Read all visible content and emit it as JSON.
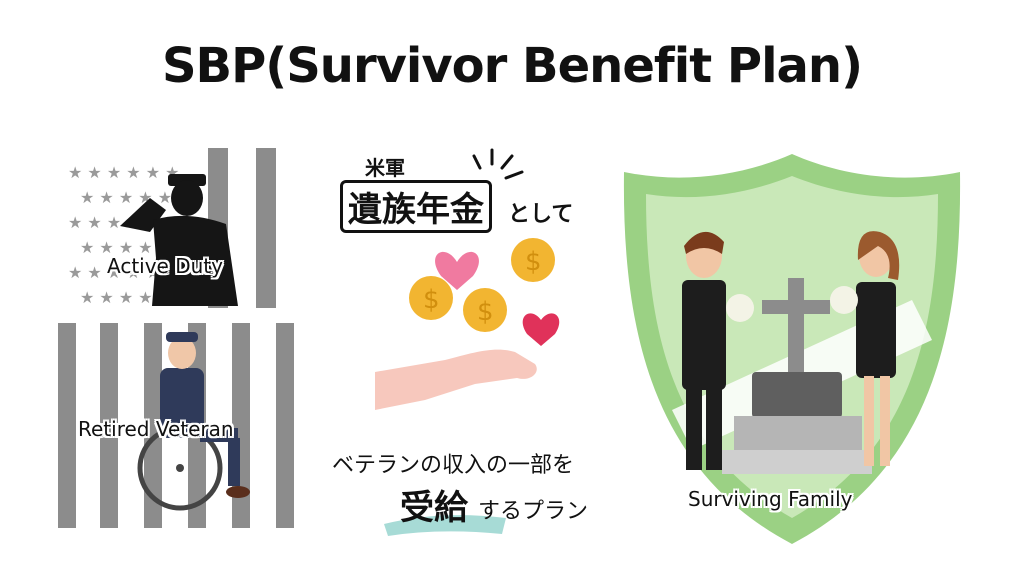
{
  "title": "SBP(Survivor Benefit Plan)",
  "left": {
    "active_label": "Active Duty",
    "retired_label": "Retired Veteran"
  },
  "center": {
    "military_label": "米軍",
    "pension_label": "遺族年金",
    "as_label": "として",
    "description_line": "ベテランの収入の一部を",
    "receive_label": "受給",
    "plan_suffix": "するプラン"
  },
  "right": {
    "family_label": "Surviving Family"
  },
  "colors": {
    "flag_gray": "#8a8a8a",
    "shield_green": "#9bd184",
    "shield_light": "#c9e8b8",
    "coin_gold": "#f2b531",
    "heart_pink": "#f07aa0",
    "heart_red": "#e0325a",
    "hand_skin": "#f7c8bd",
    "teal_brush": "#a7dbd6"
  },
  "icons": [
    "saluting-soldier-icon",
    "veteran-wheelchair-icon",
    "dollar-coin-icon",
    "heart-icon",
    "open-hand-icon",
    "shield-icon",
    "cross-grave-icon",
    "mourning-man-icon",
    "mourning-woman-icon"
  ]
}
